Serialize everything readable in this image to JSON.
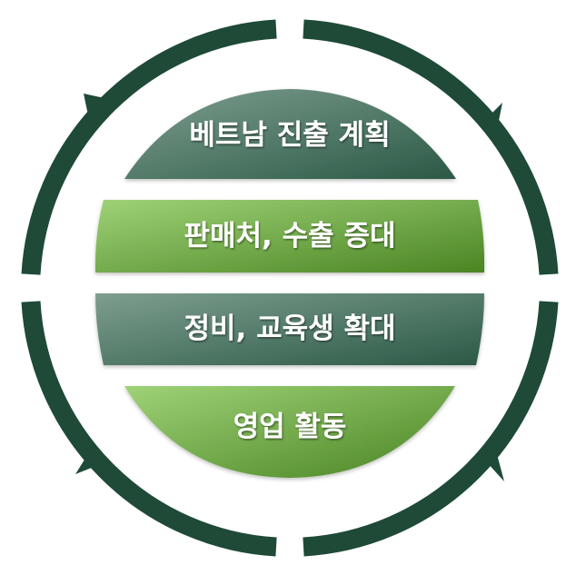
{
  "bands": [
    {
      "label": "베트남 진출 계획",
      "style": "dark"
    },
    {
      "label": "판매처, 수출 증대",
      "style": "light"
    },
    {
      "label": "정비, 교육생 확대",
      "style": "dark"
    },
    {
      "label": "영업 활동",
      "style": "light"
    }
  ],
  "ring": {
    "segments": 4,
    "arrow_direction": "clockwise"
  },
  "colors": {
    "ring": "#1e4a37",
    "dark_band_start": "#7e9e8f",
    "dark_band_end": "#2b5946",
    "light_band_start": "#9fd278",
    "light_band_end": "#4a8522",
    "label_text": "#ffffff"
  }
}
